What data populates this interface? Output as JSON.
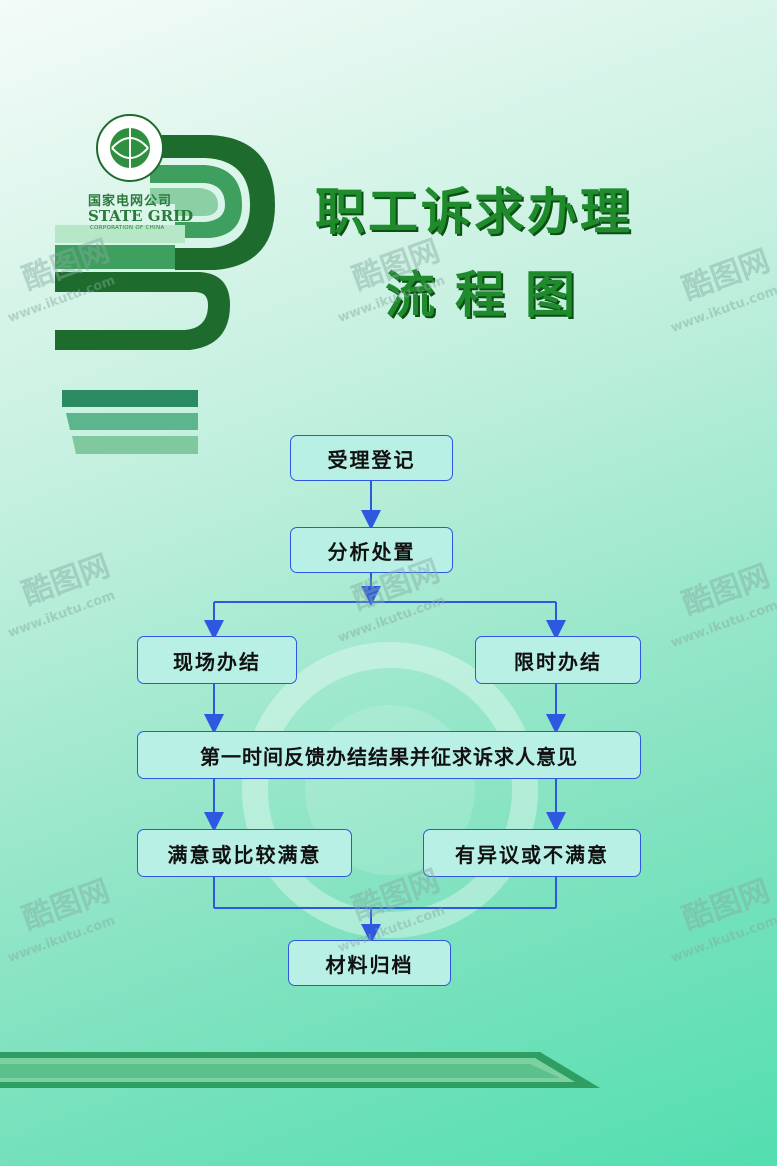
{
  "logo": {
    "seal_text": "国家电网公司 STATE GRID CORPORATION OF CHINA",
    "name_cn": "国家电网公司",
    "name_en": "STATE GRID",
    "name_en_sub": "CORPORATION OF CHINA"
  },
  "title": {
    "line1": "职工诉求办理",
    "line2": "流程图"
  },
  "flow": {
    "step1": "受理登记",
    "step2": "分析处置",
    "branch_left": "现场办结",
    "branch_right": "限时办结",
    "feedback": "第一时间反馈办结结果并征求诉求人意见",
    "result_left": "满意或比较满意",
    "result_right": "有异议或不满意",
    "final": "材料归档"
  },
  "watermark": {
    "brand": "酷图网",
    "url": "www.ikutu.com"
  },
  "colors": {
    "title": "#1f8b2c",
    "box_fill": "#b9f0e6",
    "box_border": "#2f58e0",
    "arrow": "#2f58e0",
    "logo_green": "#1e6b2e"
  }
}
